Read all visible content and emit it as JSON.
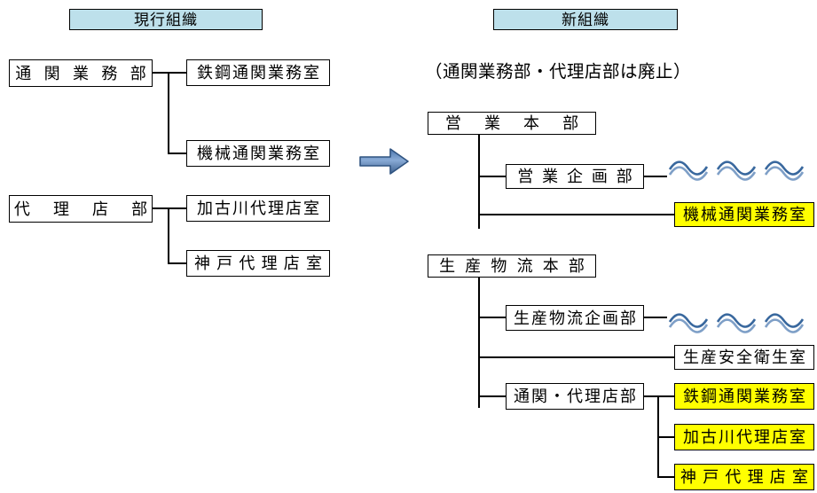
{
  "headers": {
    "current": "現行組織",
    "new": "新組織"
  },
  "annotation": "（通関業務部・代理店部は廃止）",
  "current_org": {
    "dept1": {
      "name": "通関業務部",
      "children": [
        "鉄鋼通関業務室",
        "機械通関業務室"
      ]
    },
    "dept2": {
      "name": "代理店部",
      "children": [
        "加古川代理店室",
        "神戸代理店室"
      ]
    }
  },
  "new_org": {
    "hq1": {
      "name": "営業本部",
      "children": [
        "営業企画部",
        "機械通関業務室"
      ]
    },
    "hq2": {
      "name": "生産物流本部",
      "children": [
        "生産物流企画部",
        "生産安全衛生室",
        "通関・代理店部"
      ],
      "dept_children": [
        "鉄鋼通関業務室",
        "加古川代理店室",
        "神戸代理店室"
      ]
    }
  },
  "colors": {
    "header_bg": "#BDE0EB",
    "highlight": "#FFFF00",
    "arrow_fill": "#4F81BD",
    "arrow_border": "#2F5380",
    "wave_dark": "#39689E",
    "wave_light": "#7E9FC7"
  }
}
